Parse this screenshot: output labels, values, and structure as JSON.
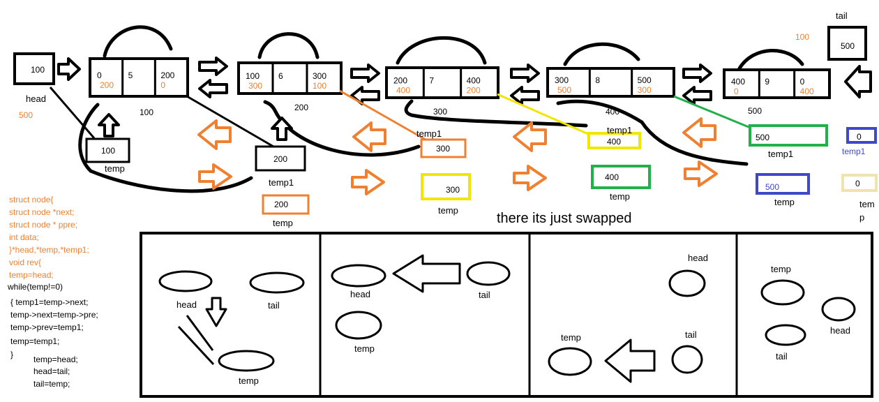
{
  "colors": {
    "orange": "#f08030",
    "yellow": "#f2e600",
    "green": "#22b04a",
    "blue": "#3f48cc",
    "beige": "#efe4b0",
    "black": "#000000"
  },
  "list": {
    "head_label": "head",
    "head_value": "100",
    "head_addr": "500",
    "tail_label": "tail",
    "tail_value": "500",
    "tail_addr": "100",
    "nodes": [
      {
        "prev": "0",
        "data": "5",
        "next": "200",
        "new_next": "200",
        "new_prev": "0",
        "addr": "100"
      },
      {
        "prev": "100",
        "data": "6",
        "next": "300",
        "new_next": "300",
        "new_prev": "100",
        "addr": "200"
      },
      {
        "prev": "200",
        "data": "7",
        "next": "400",
        "new_next": "400",
        "new_prev": "200",
        "addr": "300"
      },
      {
        "prev": "300",
        "data": "8",
        "next": "500",
        "new_next": "500",
        "new_prev": "300",
        "addr": "400"
      },
      {
        "prev": "400",
        "data": "9",
        "next": "0",
        "new_next": "0",
        "new_prev": "400",
        "addr": "500"
      }
    ],
    "pointers": {
      "temp_first": "100",
      "temp_label": "temp",
      "temp1_label": "temp1",
      "t1_200": "200",
      "t_200": "200",
      "t1_300": "300",
      "t_300": "300",
      "t1_400": "400",
      "t_400": "400",
      "t1_500": "500",
      "t_500": "500",
      "t1_0": "0",
      "t_0": "0",
      "tem": "tem",
      "p": "p"
    },
    "swap_caption": "there its just swapped"
  },
  "code": [
    {
      "text": "struct node{",
      "color": "orange"
    },
    {
      "text": "struct node *next;",
      "color": "orange"
    },
    {
      "text": "struct node * ppre;",
      "color": "orange"
    },
    {
      "text": "int data;",
      "color": "orange"
    },
    {
      "text": "}*head,*temp,*temp1;",
      "color": "orange"
    },
    {
      "text": "void rev{",
      "color": "orange"
    },
    {
      "text": "temp=head;",
      "color": "orange"
    },
    {
      "text": "while(temp!=0)",
      "color": "black"
    },
    {
      "text": " { temp1=temp->next;",
      "color": "black"
    },
    {
      "text": "   temp->next=temp->pre;",
      "color": "black"
    },
    {
      "text": "   temp->prev=temp1;",
      "color": "black"
    },
    {
      "text": "   temp=temp1;",
      "color": "black"
    },
    {
      "text": "      }",
      "color": "black"
    },
    {
      "text": "temp=head;",
      "color": "black"
    },
    {
      "text": "head=tail;",
      "color": "black"
    },
    {
      "text": "tail=temp;",
      "color": "black"
    }
  ],
  "panels": [
    {
      "labels": [
        "head",
        "tail",
        "temp"
      ]
    },
    {
      "labels": [
        "head",
        "tail",
        "temp"
      ]
    },
    {
      "labels": [
        "head",
        "tail",
        "temp"
      ]
    },
    {
      "labels": [
        "temp",
        "head",
        "tail"
      ]
    }
  ]
}
